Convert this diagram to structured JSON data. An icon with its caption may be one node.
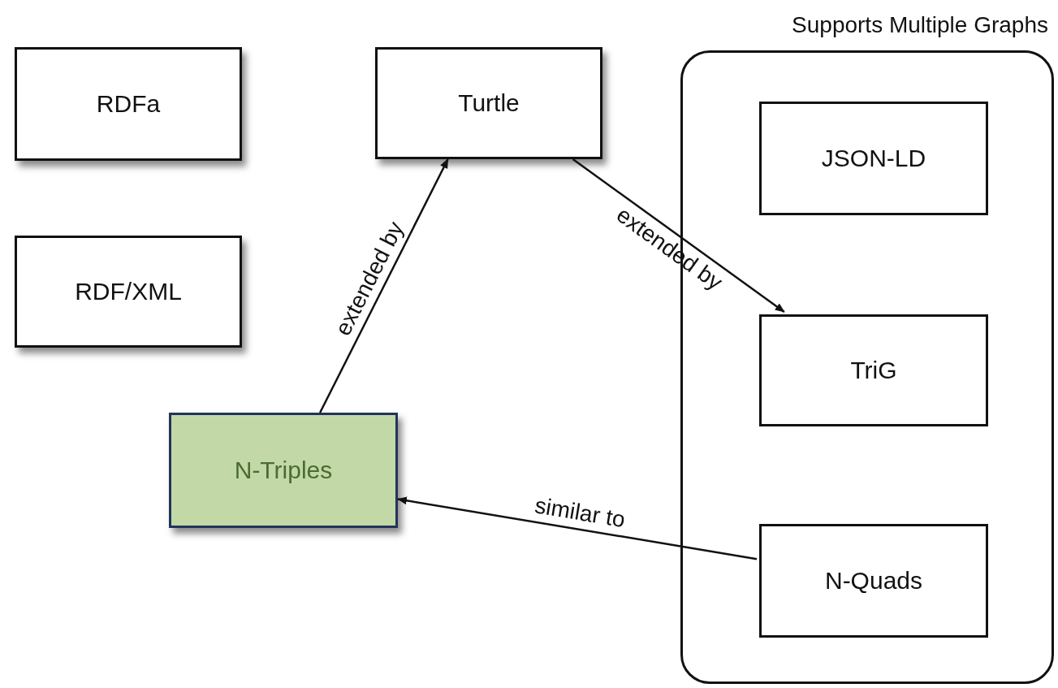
{
  "diagram": {
    "nodes": [
      {
        "text": [
          "RDFa"
        ]
      },
      {
        "text": [
          "Turtle"
        ]
      },
      {
        "text": [
          "Supports Multiple Graphs"
        ]
      },
      {
        "text": [
          "JSON-LD"
        ],
        "in": 2
      },
      {
        "text": [
          "RDF/XML"
        ]
      },
      {
        "text": [
          "TriG"
        ],
        "in": 2
      },
      {
        "text": [
          "N-Triples"
        ]
      },
      {
        "text": [
          "N-Quads"
        ],
        "in": 2
      }
    ],
    "edges": [
      {
        "from": 6,
        "to": 1,
        "arrow": "to",
        "label": "extended by"
      },
      {
        "from": 1,
        "to": 5,
        "arrow": "to",
        "label": "extended by"
      },
      {
        "from": 7,
        "to": 6,
        "arrow": "to",
        "label": "similar to"
      }
    ]
  }
}
